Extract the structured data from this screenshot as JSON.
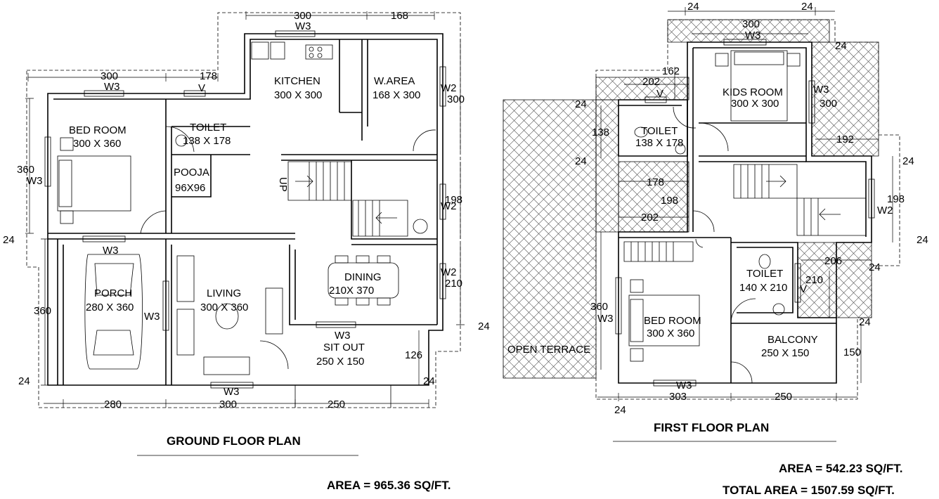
{
  "ground_floor": {
    "title": "GROUND FLOOR PLAN",
    "area": "AREA = 965.36 SQ/FT.",
    "rooms": [
      {
        "name": "BED ROOM",
        "size": "300 X 360"
      },
      {
        "name": "TOILET",
        "size": "138 X 178"
      },
      {
        "name": "POOJA",
        "size": "96X96"
      },
      {
        "name": "KITCHEN",
        "size": "300 X 300"
      },
      {
        "name": "W.AREA",
        "size": "168 X 300"
      },
      {
        "name": "PORCH",
        "size": "280 X 360"
      },
      {
        "name": "LIVING",
        "size": "300 X 360"
      },
      {
        "name": "DINING",
        "size": "210X 370"
      },
      {
        "name": "SIT OUT",
        "size": "250 X 150"
      }
    ],
    "stair_label": "UP",
    "labels": [
      "W3",
      "V",
      "W3",
      "W2",
      "W3",
      "W3",
      "W2",
      "W2",
      "W3",
      "W3"
    ],
    "dimensions": [
      "300",
      "178",
      "300",
      "168",
      "360",
      "24",
      "360",
      "24",
      "300",
      "198",
      "210",
      "24",
      "126",
      "24",
      "280",
      "300",
      "250"
    ]
  },
  "first_floor": {
    "title": "FIRST FLOOR PLAN",
    "area": "AREA = 542.23 SQ/FT.",
    "total_area": "TOTAL AREA = 1507.59 SQ/FT.",
    "rooms": [
      {
        "name": "KIDS ROOM",
        "size": "300 X 300"
      },
      {
        "name": "TOILET",
        "size": "138 X 178"
      },
      {
        "name": "TOILET",
        "size": "140 X 210"
      },
      {
        "name": "BED ROOM",
        "size": "300 X 360"
      },
      {
        "name": "BALCONY",
        "size": "250 X 150"
      },
      {
        "name": "OPEN TERRACE",
        "size": ""
      }
    ],
    "labels": [
      "W3",
      "W3",
      "V",
      "W2",
      "V",
      "W3",
      "W3"
    ],
    "dimensions": [
      "24",
      "24",
      "300",
      "24",
      "162",
      "202",
      "24",
      "138",
      "24",
      "300",
      "192",
      "24",
      "178",
      "198",
      "202",
      "198",
      "24",
      "24",
      "206",
      "24",
      "360",
      "210",
      "24",
      "150",
      "303",
      "250",
      "24"
    ]
  }
}
